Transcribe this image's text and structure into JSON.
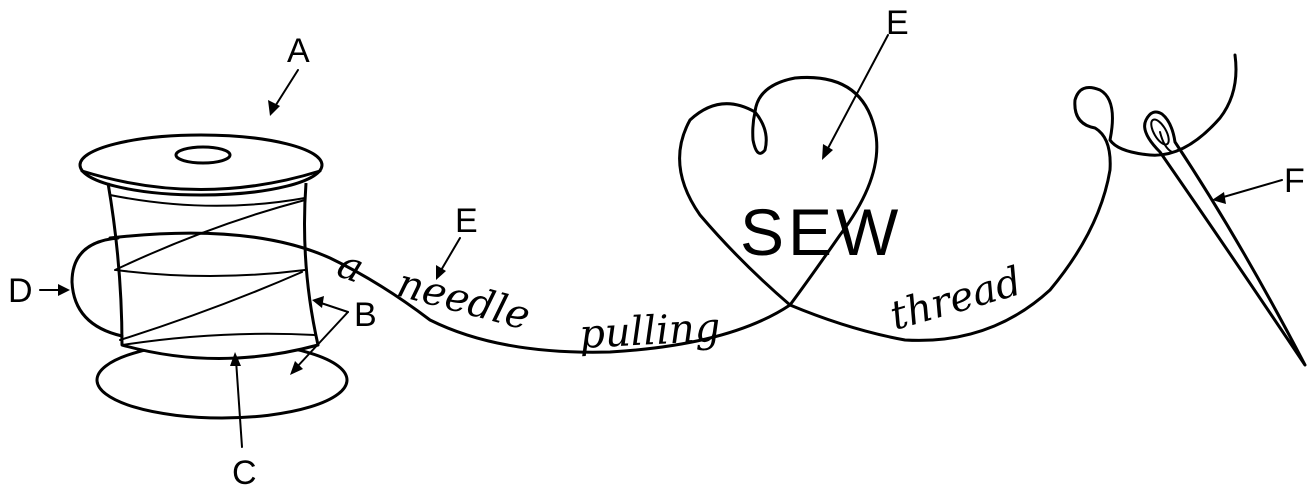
{
  "diagram": {
    "callouts": {
      "a": "A",
      "b": "B",
      "c": "C",
      "d": "D",
      "e_heart": "E",
      "e_text": "E",
      "f": "F"
    },
    "thread_text": {
      "word_a": "a",
      "word_needle": "needle",
      "word_pulling": "pulling",
      "word_thread": "thread"
    },
    "heart_text": "SEW",
    "colors": {
      "ink": "#000000",
      "background": "#ffffff"
    }
  }
}
